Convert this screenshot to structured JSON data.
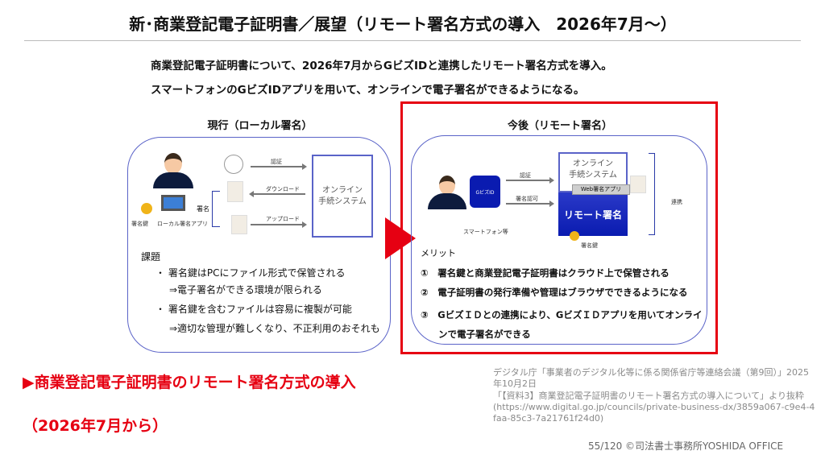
{
  "title": "新･商業登記電子証明書／展望（リモート署名方式の導入　2026年7月～）",
  "intro": [
    "商業登記電子証明書について、2026年7月からGビズIDと連携したリモート署名方式を導入。",
    "スマートフォンのGビズIDアプリを用いて、オンラインで電子署名ができるようになる。"
  ],
  "current": {
    "heading": "現行（ローカル署名）",
    "key_label": "署名鍵",
    "app_label": "ローカル署名アプリ",
    "sign_label": "署名",
    "arrows": [
      "認証",
      "ダウンロード",
      "アップロード"
    ],
    "system": "オンライン\n手続システム",
    "issues_title": "課題",
    "issues": [
      {
        "text": "署名鍵はPCにファイル形式で保管される",
        "sub": "⇒電子署名ができる環境が限られる"
      },
      {
        "text": "署名鍵を含むファイルは容易に複製が可能",
        "sub": "⇒適切な管理が難しくなり、不正利用のおそれも"
      }
    ]
  },
  "future": {
    "heading": "今後（リモート署名）",
    "gbiz": "GビズID",
    "phone_label": "スマートフォン等",
    "arrows": [
      "認証",
      "署名認可"
    ],
    "system": "オンライン\n手続システム",
    "web_app": "Web署名アプリ",
    "remote": "リモート署名",
    "key_label": "署名鍵",
    "link_label": "連携",
    "merits_title": "メリット",
    "merits": [
      {
        "num": "①",
        "text": "署名鍵と商業登記電子証明書はクラウド上で保管される"
      },
      {
        "num": "②",
        "text": "電子証明書の発行準備や管理はブラウザでできるようになる"
      },
      {
        "num": "③",
        "text": "GビズＩＤとの連携により、GビズＩＤアプリを用いてオンラインで電子署名ができる"
      }
    ]
  },
  "highlight": [
    "▶商業登記電子証明書のリモート署名方式の導入",
    "（2026年7月から）"
  ],
  "citation": {
    "line1": "デジタル庁「事業者のデジタル化等に係る関係省庁等連絡会議（第9回）」2025年10月2日",
    "line2": "「【資料3】商業登記電子証明書のリモート署名方式の導入について」より抜粋",
    "url": "(https://www.digital.go.jp/councils/private-business-dx/3859a067-c9e4-4faa-85c3-7a21761f24d0)"
  },
  "footer": "55/120 ©司法書士事務所YOSHIDA OFFICE",
  "colors": {
    "accent": "#e60012",
    "navy": "#0a1bb0",
    "border": "#5a63c8"
  }
}
